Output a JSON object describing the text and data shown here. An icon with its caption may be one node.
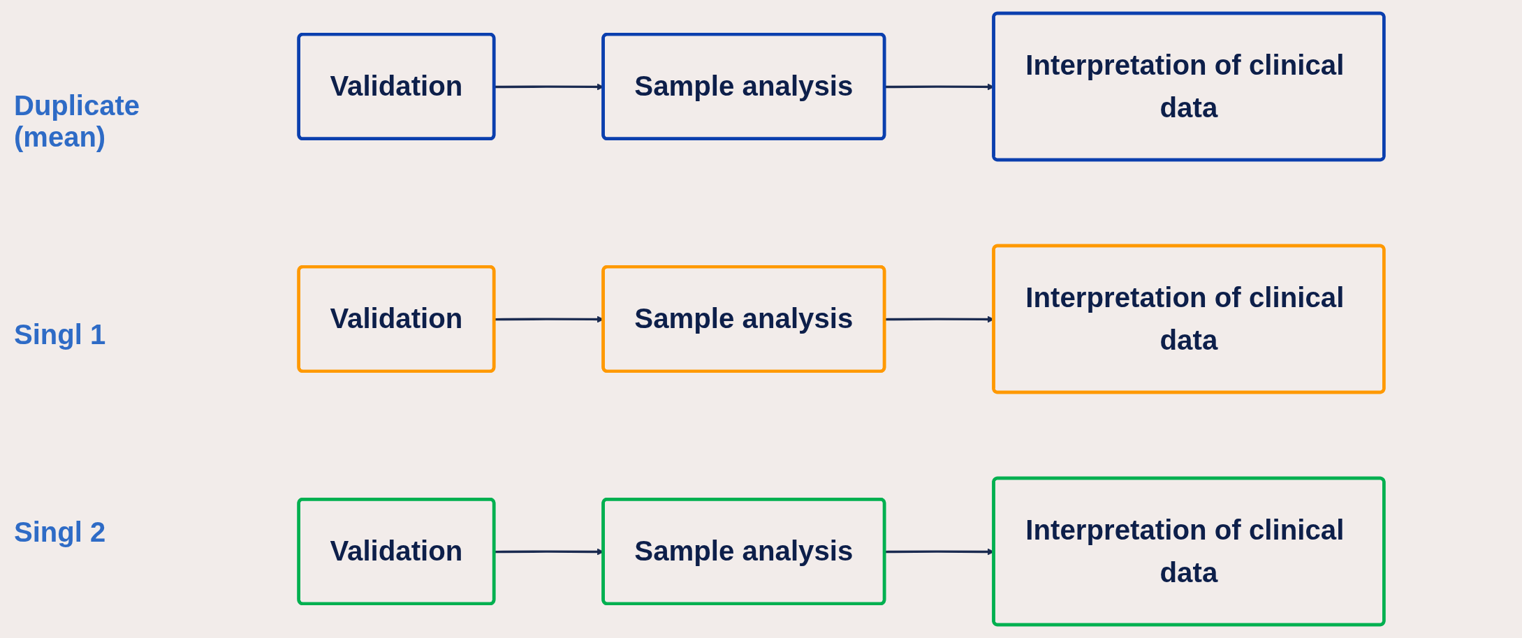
{
  "diagram": {
    "nodes": [
      {
        "text": [
          "Validation"
        ]
      },
      {
        "text": [
          "Sample analysis"
        ]
      },
      {
        "text": [
          "Interpretation of clinical data"
        ]
      },
      {
        "text": [
          "Validation"
        ]
      },
      {
        "text": [
          "Sample analysis"
        ]
      },
      {
        "text": [
          "Interpretation of clinical data"
        ]
      },
      {
        "text": [
          "Validation"
        ]
      },
      {
        "text": [
          "Sample analysis"
        ]
      },
      {
        "text": [
          "Interpretation of clinical data"
        ]
      }
    ],
    "edges": [
      {
        "from": 0,
        "to": 1,
        "arrow": "to"
      },
      {
        "from": 1,
        "to": 2,
        "arrow": "to"
      },
      {
        "from": 3,
        "to": 4,
        "arrow": "to"
      },
      {
        "from": 4,
        "to": 5,
        "arrow": "to"
      },
      {
        "from": 6,
        "to": 7,
        "arrow": "to"
      },
      {
        "from": 7,
        "to": 8,
        "arrow": "to"
      }
    ],
    "labels": [
      "Duplicate (mean)",
      "Singl 1",
      "Singl 2"
    ]
  }
}
